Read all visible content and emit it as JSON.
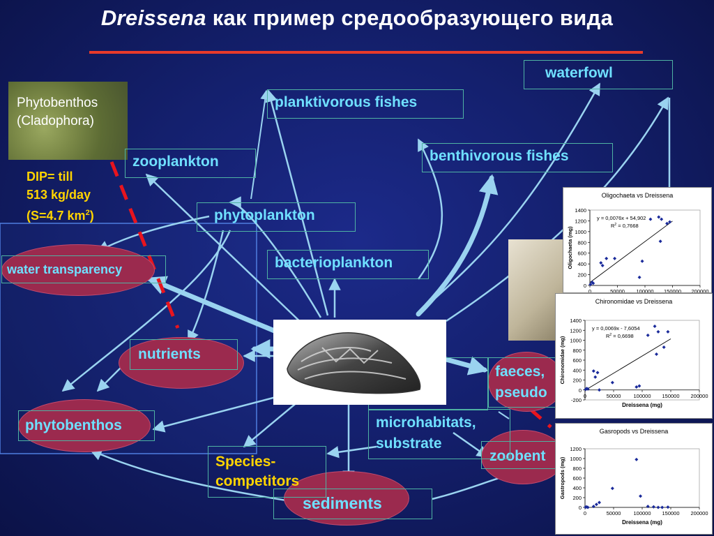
{
  "title": {
    "italic": "Dreissena",
    "rest": " как пример средообразующего вида"
  },
  "nodes": {
    "waterfowl": "waterfowl",
    "planktivorous": "planktivorous fishes",
    "benthivorous": "benthivorous fishes",
    "zooplankton": "zooplankton",
    "phytoplankton": "phytoplankton",
    "bacterioplankton": "bacterioplankton",
    "water_transparency": "water transparency",
    "nutrients": "nutrients",
    "phytobenthos": "phytobenthos",
    "faeces_1": "faeces,",
    "faeces_2": "pseudo",
    "microhabitats_1": "microhabitats,",
    "microhabitats_2": "substrate",
    "zoobenthos": "zoobent",
    "species_1": "Species-",
    "species_2": "competitors",
    "sediments": "sediments"
  },
  "photo_label": {
    "line1": "Phytobenthos",
    "line2": "(Cladophora)"
  },
  "dip": {
    "line1": "DIP= till",
    "line2": "513 kg/day",
    "line3_prefix": "(S=4.7 km",
    "line3_sup": "2",
    "line3_suffix": ")"
  },
  "colors": {
    "node_text": "#6fe0ff",
    "accent_yellow": "#ffd400",
    "arrow": "#9ad3f0",
    "red": "#e8141e",
    "ellipse": "#9b2a4e"
  },
  "chart_data": [
    {
      "type": "scatter",
      "title": "Oligochaeta vs Dreissena",
      "ylabel": "Oligochaeta (mg)",
      "xlabel": "",
      "equation": "y = 0,0076x + 54,902",
      "r2_prefix": "R",
      "r2_sup": "2",
      "r2_value": " = 0,7668",
      "xlim": [
        0,
        200000
      ],
      "ylim": [
        0,
        1400
      ],
      "xticks": [
        "0",
        "50000",
        "100000",
        "150000",
        "200000"
      ],
      "yticks": [
        "0",
        "200",
        "400",
        "600",
        "800",
        "1000",
        "1200",
        "1400"
      ],
      "trend": {
        "slope": 0.0076,
        "intercept": 54.902
      },
      "points": [
        [
          1000,
          20
        ],
        [
          4000,
          60
        ],
        [
          6000,
          40
        ],
        [
          20000,
          420
        ],
        [
          23000,
          370
        ],
        [
          30000,
          500
        ],
        [
          45000,
          500
        ],
        [
          90000,
          150
        ],
        [
          95000,
          450
        ],
        [
          110000,
          1230
        ],
        [
          125000,
          1270
        ],
        [
          128000,
          820
        ],
        [
          130000,
          1230
        ],
        [
          140000,
          1150
        ],
        [
          145000,
          1180
        ]
      ]
    },
    {
      "type": "scatter",
      "title": "Chironomidae vs Dreissena",
      "ylabel": "Chironomidae (mg)",
      "xlabel": "Dreissena (mg)",
      "equation": "y = 0,0069x - 7,6054",
      "r2_prefix": "R",
      "r2_sup": "2",
      "r2_value": " = 0,6698",
      "xlim": [
        0,
        200000
      ],
      "ylim": [
        -200,
        1400
      ],
      "xticks": [
        "0",
        "50000",
        "100000",
        "150000",
        "200000"
      ],
      "yticks": [
        "-200",
        "0",
        "200",
        "400",
        "600",
        "800",
        "1000",
        "1200",
        "1400"
      ],
      "trend": {
        "slope": 0.0069,
        "intercept": -7.6054
      },
      "points": [
        [
          1000,
          10
        ],
        [
          3000,
          30
        ],
        [
          5000,
          20
        ],
        [
          15000,
          380
        ],
        [
          18000,
          260
        ],
        [
          22000,
          350
        ],
        [
          25000,
          0
        ],
        [
          48000,
          150
        ],
        [
          90000,
          60
        ],
        [
          95000,
          80
        ],
        [
          110000,
          1100
        ],
        [
          122000,
          1280
        ],
        [
          125000,
          720
        ],
        [
          128000,
          1170
        ],
        [
          138000,
          860
        ],
        [
          145000,
          1170
        ]
      ]
    },
    {
      "type": "scatter",
      "title": "Gasropods vs Dreissena",
      "ylabel": "Gastropods (mg)",
      "xlabel": "Dreissena (mg)",
      "xlim": [
        0,
        200000
      ],
      "ylim": [
        0,
        1200
      ],
      "xticks": [
        "0",
        "50000",
        "100000",
        "150000",
        "200000"
      ],
      "yticks": [
        "0",
        "200",
        "400",
        "600",
        "800",
        "1000",
        "1200"
      ],
      "points": [
        [
          1000,
          5
        ],
        [
          3000,
          10
        ],
        [
          5000,
          0
        ],
        [
          15000,
          20
        ],
        [
          20000,
          60
        ],
        [
          25000,
          100
        ],
        [
          48000,
          390
        ],
        [
          90000,
          980
        ],
        [
          97000,
          230
        ],
        [
          110000,
          20
        ],
        [
          120000,
          10
        ],
        [
          128000,
          0
        ],
        [
          135000,
          0
        ],
        [
          145000,
          5
        ]
      ]
    }
  ]
}
